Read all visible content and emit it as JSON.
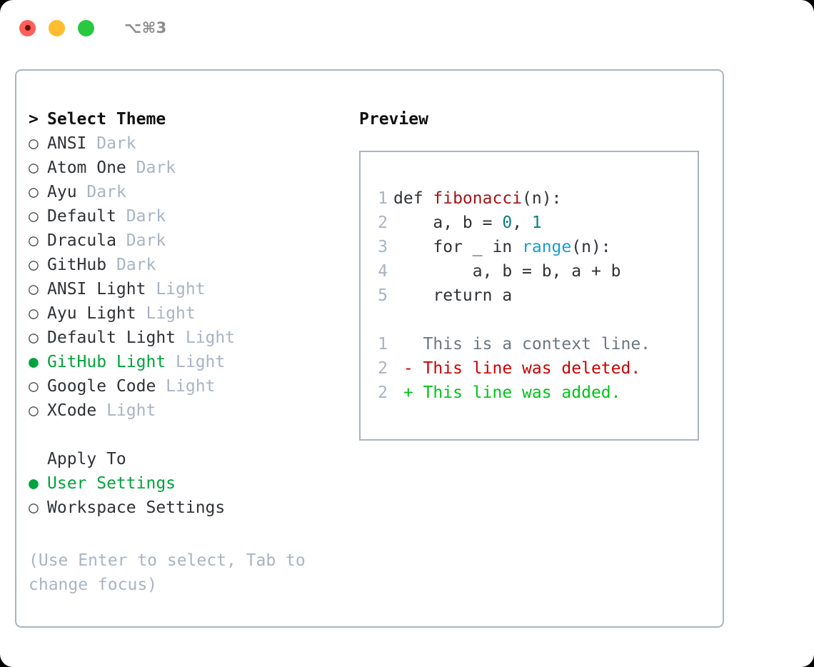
{
  "window": {
    "shortcut_label": "⌥⌘3",
    "traffic_lights": [
      "close-red",
      "minimize-yellow",
      "zoom-green"
    ],
    "colors": {
      "red": "#ff5f57",
      "yellow": "#febc2e",
      "green": "#28c840",
      "panel_border": "#a9b4c2",
      "accent_green": "#00a33c",
      "muted": "#a9b4c2"
    }
  },
  "theme_list": {
    "header_marker": ">",
    "header_label": "Select Theme",
    "marker_selected": "●",
    "marker_unselected": "○",
    "items": [
      {
        "name": "ANSI",
        "tag": "Dark",
        "selected": false
      },
      {
        "name": "Atom One",
        "tag": "Dark",
        "selected": false
      },
      {
        "name": "Ayu",
        "tag": "Dark",
        "selected": false
      },
      {
        "name": "Default",
        "tag": "Dark",
        "selected": false
      },
      {
        "name": "Dracula",
        "tag": "Dark",
        "selected": false
      },
      {
        "name": "GitHub",
        "tag": "Dark",
        "selected": false
      },
      {
        "name": "ANSI Light",
        "tag": "Light",
        "selected": false
      },
      {
        "name": "Ayu Light",
        "tag": "Light",
        "selected": false
      },
      {
        "name": "Default Light",
        "tag": "Light",
        "selected": false
      },
      {
        "name": "GitHub Light",
        "tag": "Light",
        "selected": true
      },
      {
        "name": "Google Code",
        "tag": "Light",
        "selected": false
      },
      {
        "name": "XCode",
        "tag": "Light",
        "selected": false
      }
    ]
  },
  "apply_to": {
    "header_label": "Apply To",
    "items": [
      {
        "name": "User Settings",
        "selected": true
      },
      {
        "name": "Workspace Settings",
        "selected": false
      }
    ]
  },
  "help": {
    "text": "(Use Enter to select, Tab to change focus)"
  },
  "preview": {
    "title": "Preview",
    "code_lines": [
      {
        "number": "1",
        "tokens": [
          {
            "text": "def ",
            "kind": "plain"
          },
          {
            "text": "fibonacci",
            "kind": "fn"
          },
          {
            "text": "(n):",
            "kind": "plain"
          }
        ]
      },
      {
        "number": "2",
        "tokens": [
          {
            "text": "    a, b = ",
            "kind": "plain"
          },
          {
            "text": "0",
            "kind": "num"
          },
          {
            "text": ", ",
            "kind": "plain"
          },
          {
            "text": "1",
            "kind": "num"
          }
        ]
      },
      {
        "number": "3",
        "tokens": [
          {
            "text": "    for _ in ",
            "kind": "plain"
          },
          {
            "text": "range",
            "kind": "call"
          },
          {
            "text": "(n):",
            "kind": "plain"
          }
        ]
      },
      {
        "number": "4",
        "tokens": [
          {
            "text": "        a, b = b, a + b",
            "kind": "plain"
          }
        ]
      },
      {
        "number": "5",
        "tokens": [
          {
            "text": "    return a",
            "kind": "plain"
          }
        ]
      }
    ],
    "diff_lines": [
      {
        "number": "1",
        "sign": " ",
        "text": "This is a context line.",
        "kind": "ctx"
      },
      {
        "number": "2",
        "sign": "-",
        "text": "This line was deleted.",
        "kind": "del"
      },
      {
        "number": "2",
        "sign": "+",
        "text": "This line was added.",
        "kind": "add"
      }
    ]
  }
}
